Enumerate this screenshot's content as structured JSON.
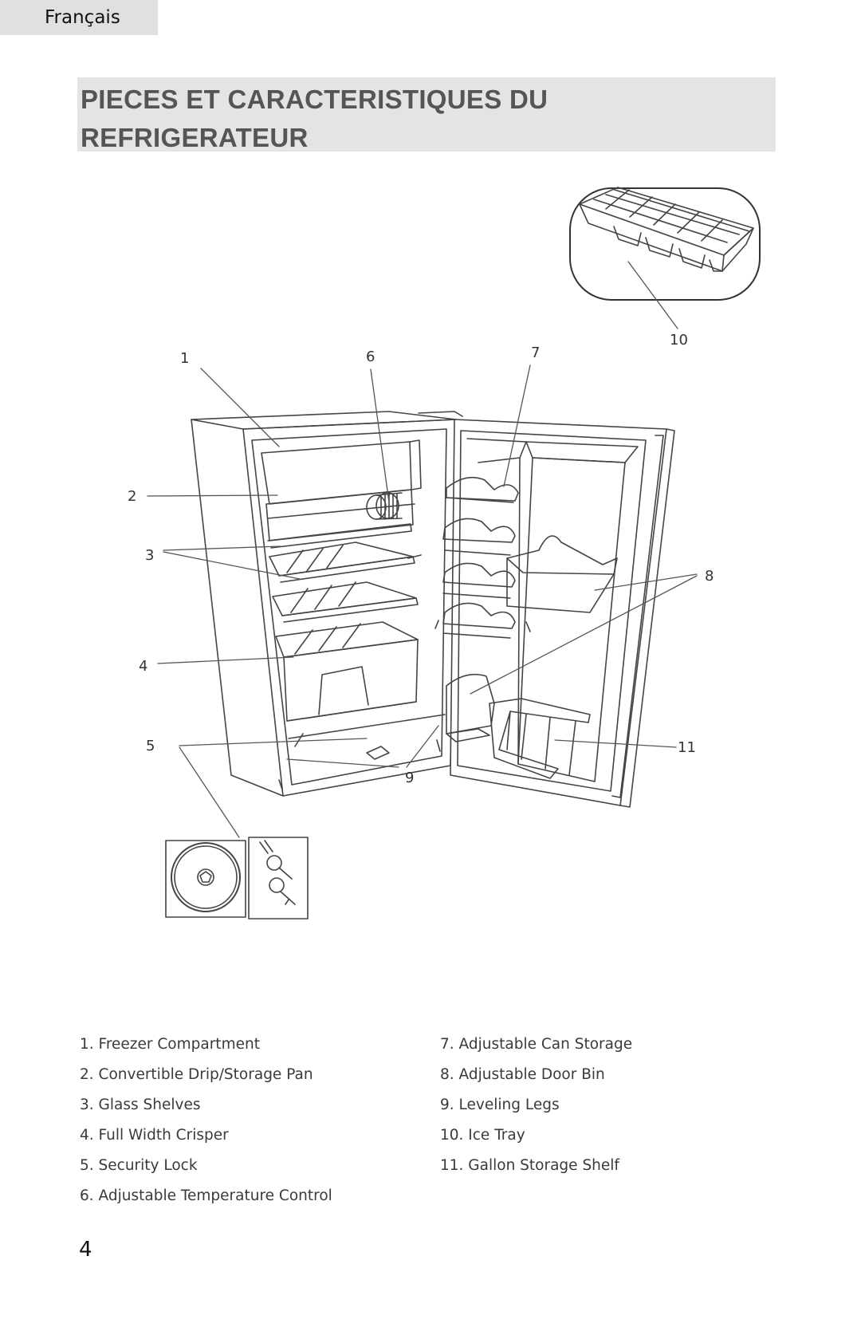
{
  "header": {
    "language_tab": "Français"
  },
  "section": {
    "title_line1": "PIECES ET CARACTERISTIQUES DU",
    "title_line2": "REFRIGERATEUR"
  },
  "diagram": {
    "callouts": [
      {
        "id": "c1",
        "label": "1"
      },
      {
        "id": "c2",
        "label": "2"
      },
      {
        "id": "c3",
        "label": "3"
      },
      {
        "id": "c4",
        "label": "4"
      },
      {
        "id": "c5",
        "label": "5"
      },
      {
        "id": "c6",
        "label": "6"
      },
      {
        "id": "c7",
        "label": "7"
      },
      {
        "id": "c8",
        "label": "8"
      },
      {
        "id": "c9",
        "label": "9"
      },
      {
        "id": "c10",
        "label": "10"
      },
      {
        "id": "c11",
        "label": "11"
      }
    ]
  },
  "legend": {
    "left": [
      "1. Freezer Compartment",
      "2. Convertible Drip/Storage Pan",
      "3. Glass Shelves",
      "4. Full Width Crisper",
      "5. Security Lock",
      "6. Adjustable Temperature Control"
    ],
    "right": [
      "7. Adjustable Can Storage",
      "8. Adjustable Door Bin",
      "9. Leveling Legs",
      "10. Ice Tray",
      "11. Gallon Storage Shelf"
    ]
  },
  "footer": {
    "page_number": "4"
  }
}
